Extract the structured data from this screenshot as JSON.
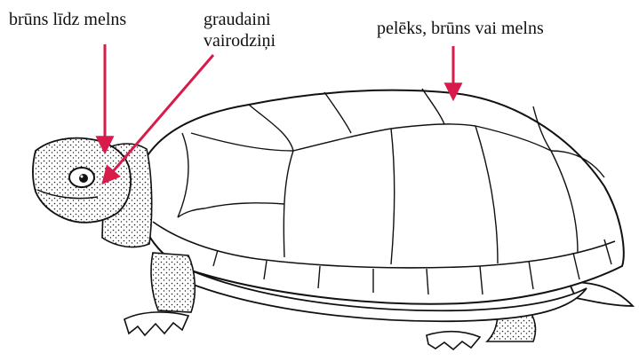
{
  "labels": {
    "head_color": "brūns līdz melns",
    "scales_line1": "graudaini",
    "scales_line2": "vairodziņi",
    "shell_color": "pelēks, brūns vai melns"
  },
  "colors": {
    "pointer": "#d81b4a",
    "ink": "#111111",
    "background": "#ffffff"
  }
}
